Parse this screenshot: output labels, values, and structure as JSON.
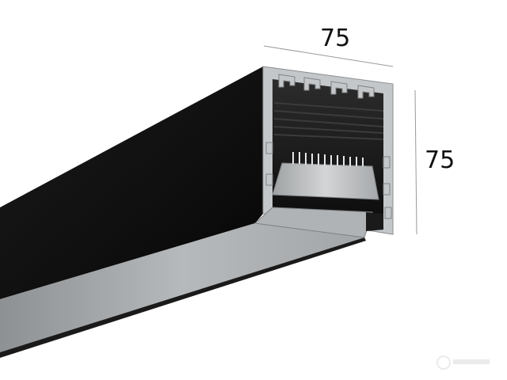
{
  "dimensions": {
    "width_label": "75",
    "height_label": "75"
  },
  "colors": {
    "profile_black": "#0d0d0d",
    "aluminum": "#b9bcbf",
    "diffuser": "#a9acae",
    "dimension_line": "#9a9a9a"
  },
  "icons": {
    "watermark": "faint-logo-watermark"
  }
}
